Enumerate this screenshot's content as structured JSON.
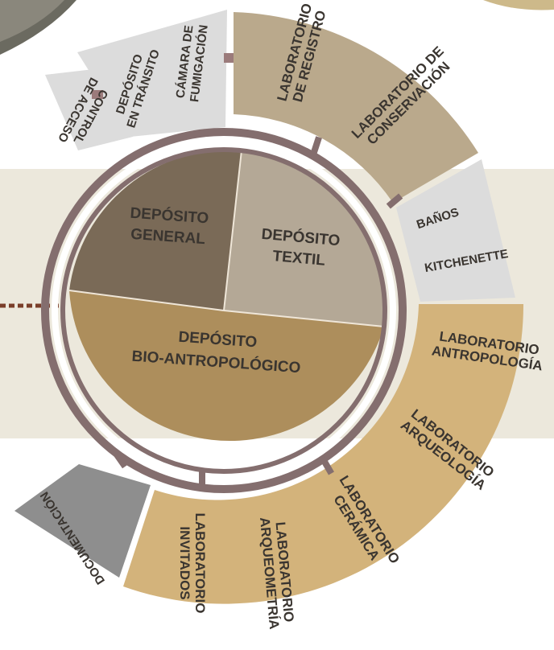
{
  "colors": {
    "band": "#ece8dc",
    "brown_dark": "#7a6a57",
    "tan": "#b4a896",
    "gold": "#ad8e5c",
    "ring": "#846e6e",
    "gray_light": "#dcdcdc",
    "gray_dark": "#8e8e8e",
    "beige": "#baa98c",
    "peach": "#d3b37b",
    "text": "#3a3530"
  },
  "inner": {
    "general": {
      "line1": "DEPÓSITO",
      "line2": "GENERAL"
    },
    "textil": {
      "line1": "DEPÓSITO",
      "line2": "TEXTIL"
    },
    "bio": {
      "line1": "DEPÓSITO",
      "line2": "BIO-ANTROPOLÓGICO"
    }
  },
  "outer": {
    "control": {
      "line1": "CONTROL",
      "line2": "DE ACCESO"
    },
    "transito": {
      "line1": "DEPÓSITO",
      "line2": "EN TRÁNSITO"
    },
    "fumigacion": {
      "line1": "CÁMARA DE",
      "line2": "FUMIGACIÓN"
    },
    "registro": {
      "line1": "LABORATORIO",
      "line2": "DE REGISTRO"
    },
    "conservacion": {
      "line1": "LABORATORIO DE",
      "line2": "CONSERVACIÓN"
    },
    "banos": "BAÑOS",
    "kitchenette": "KITCHENETTE",
    "antropologia": {
      "line1": "LABORATORIO",
      "line2": "ANTROPOLOGÍA"
    },
    "arqueologia": {
      "line1": "LABORATORIO",
      "line2": "ARQUEOLOGÍA"
    },
    "ceramica": {
      "line1": "LABORATORIO",
      "line2": "CERÁMICA"
    },
    "arqueometria": {
      "line1": "LABORATORIO",
      "line2": "ARQUEOMETRÍA"
    },
    "invitados": {
      "line1": "LABORATORIO",
      "line2": "INVITADOS"
    },
    "documentacion": "DOCUMENTACIÓN"
  }
}
